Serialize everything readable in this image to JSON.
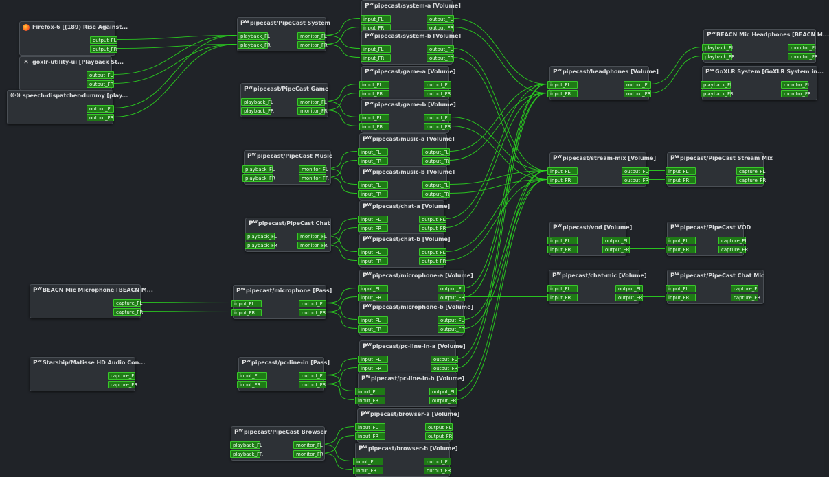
{
  "colors": {
    "background": "#202328",
    "node": "#2d3136",
    "port": "#1f7a16",
    "port_border": "#39c82a",
    "wire": "#2ad41f"
  },
  "icons": {
    "pw": "pipewire-icon",
    "firefox": "firefox-icon",
    "x": "x-app-icon",
    "speech": "speech-icon"
  },
  "nodes": [
    {
      "id": "firefox",
      "title": "Firefox-6 [(189) Rise Against...",
      "icon": "firefox",
      "in": [],
      "out": [
        "output_FL",
        "output_FR"
      ]
    },
    {
      "id": "goxlr",
      "title": "goxlr-utility-ui [Playback St...",
      "icon": "x",
      "in": [],
      "out": [
        "output_FL",
        "output_FR"
      ]
    },
    {
      "id": "speech",
      "title": "speech-dispatcher-dummy [play...",
      "icon": "speech",
      "in": [],
      "out": [
        "output_FL",
        "output_FR"
      ]
    },
    {
      "id": "pc_system",
      "title": "pipecast/PipeCast System",
      "icon": "pw",
      "in": [
        "playback_FL",
        "playback_FR"
      ],
      "out": [
        "monitor_FL",
        "monitor_FR"
      ]
    },
    {
      "id": "sys_a",
      "title": "pipecast/system-a [Volume]",
      "icon": "pw",
      "in": [
        "input_FL",
        "input_FR"
      ],
      "out": [
        "output_FL",
        "output_FR"
      ]
    },
    {
      "id": "sys_b",
      "title": "pipecast/system-b [Volume]",
      "icon": "pw",
      "in": [
        "input_FL",
        "input_FR"
      ],
      "out": [
        "output_FL",
        "output_FR"
      ]
    },
    {
      "id": "pc_game",
      "title": "pipecast/PipeCast Game",
      "icon": "pw",
      "in": [
        "playback_FL",
        "playback_FR"
      ],
      "out": [
        "monitor_FL",
        "monitor_FR"
      ]
    },
    {
      "id": "game_a",
      "title": "pipecast/game-a [Volume]",
      "icon": "pw",
      "in": [
        "input_FL",
        "input_FR"
      ],
      "out": [
        "output_FL",
        "output_FR"
      ]
    },
    {
      "id": "game_b",
      "title": "pipecast/game-b [Volume]",
      "icon": "pw",
      "in": [
        "input_FL",
        "input_FR"
      ],
      "out": [
        "output_FL",
        "output_FR"
      ]
    },
    {
      "id": "pc_music",
      "title": "pipecast/PipeCast Music",
      "icon": "pw",
      "in": [
        "playback_FL",
        "playback_FR"
      ],
      "out": [
        "monitor_FL",
        "monitor_FR"
      ]
    },
    {
      "id": "music_a",
      "title": "pipecast/music-a [Volume]",
      "icon": "pw",
      "in": [
        "input_FL",
        "input_FR"
      ],
      "out": [
        "output_FL",
        "output_FR"
      ]
    },
    {
      "id": "music_b",
      "title": "pipecast/music-b [Volume]",
      "icon": "pw",
      "in": [
        "input_FL",
        "input_FR"
      ],
      "out": [
        "output_FL",
        "output_FR"
      ]
    },
    {
      "id": "pc_chat",
      "title": "pipecast/PipeCast Chat",
      "icon": "pw",
      "in": [
        "playback_FL",
        "playback_FR"
      ],
      "out": [
        "monitor_FL",
        "monitor_FR"
      ]
    },
    {
      "id": "chat_a",
      "title": "pipecast/chat-a [Volume]",
      "icon": "pw",
      "in": [
        "input_FL",
        "input_FR"
      ],
      "out": [
        "output_FL",
        "output_FR"
      ]
    },
    {
      "id": "chat_b",
      "title": "pipecast/chat-b [Volume]",
      "icon": "pw",
      "in": [
        "input_FL",
        "input_FR"
      ],
      "out": [
        "output_FL",
        "output_FR"
      ]
    },
    {
      "id": "beacn_mic",
      "title": "BEACN Mic Microphone [BEACN M...",
      "icon": "pw",
      "in": [],
      "out": [
        "capture_FL",
        "capture_FR"
      ]
    },
    {
      "id": "pc_mic",
      "title": "pipecast/microphone [Pass]",
      "icon": "pw",
      "in": [
        "input_FL",
        "input_FR"
      ],
      "out": [
        "output_FL",
        "output_FR"
      ]
    },
    {
      "id": "mic_a",
      "title": "pipecast/microphone-a [Volume]",
      "icon": "pw",
      "in": [
        "input_FL",
        "input_FR"
      ],
      "out": [
        "output_FL",
        "output_FR"
      ]
    },
    {
      "id": "mic_b",
      "title": "pipecast/microphone-b [Volume]",
      "icon": "pw",
      "in": [
        "input_FL",
        "input_FR"
      ],
      "out": [
        "output_FL",
        "output_FR"
      ]
    },
    {
      "id": "starship",
      "title": "Starship/Matisse HD Audio Con...",
      "icon": "pw",
      "in": [],
      "out": [
        "capture_FL",
        "capture_FR"
      ]
    },
    {
      "id": "pc_linein",
      "title": "pipecast/pc-line-in [Pass]",
      "icon": "pw",
      "in": [
        "input_FL",
        "input_FR"
      ],
      "out": [
        "output_FL",
        "output_FR"
      ]
    },
    {
      "id": "linein_a",
      "title": "pipecast/pc-line-in-a [Volume]",
      "icon": "pw",
      "in": [
        "input_FL",
        "input_FR"
      ],
      "out": [
        "output_FL",
        "output_FR"
      ]
    },
    {
      "id": "linein_b",
      "title": "pipecast/pc-line-in-b [Volume]",
      "icon": "pw",
      "in": [
        "input_FL",
        "input_FR"
      ],
      "out": [
        "output_FL",
        "output_FR"
      ]
    },
    {
      "id": "pc_browser",
      "title": "pipecast/PipeCast Browser",
      "icon": "pw",
      "in": [
        "playback_FL",
        "playback_FR"
      ],
      "out": [
        "monitor_FL",
        "monitor_FR"
      ]
    },
    {
      "id": "browser_a",
      "title": "pipecast/browser-a [Volume]",
      "icon": "pw",
      "in": [
        "input_FL",
        "input_FR"
      ],
      "out": [
        "output_FL",
        "output_FR"
      ]
    },
    {
      "id": "browser_b",
      "title": "pipecast/browser-b [Volume]",
      "icon": "pw",
      "in": [
        "input_FL",
        "input_FR"
      ],
      "out": [
        "output_FL",
        "output_FR"
      ]
    },
    {
      "id": "headphones",
      "title": "pipecast/headphones [Volume]",
      "icon": "pw",
      "in": [
        "input_FL",
        "input_FR"
      ],
      "out": [
        "output_FL",
        "output_FR"
      ]
    },
    {
      "id": "beacn_hp",
      "title": "BEACN Mic Headphones [BEACN M...",
      "icon": "pw",
      "in": [
        "playback_FL",
        "playback_FR"
      ],
      "out": [
        "monitor_FL",
        "monitor_FR"
      ]
    },
    {
      "id": "goxlr_sys",
      "title": "GoXLR System [GoXLR System in...",
      "icon": "pw",
      "in": [
        "playback_FL",
        "playback_FR"
      ],
      "out": [
        "monitor_FL",
        "monitor_FR"
      ]
    },
    {
      "id": "stream_mix",
      "title": "pipecast/stream-mix [Volume]",
      "icon": "pw",
      "in": [
        "input_FL",
        "input_FR"
      ],
      "out": [
        "output_FL",
        "output_FR"
      ]
    },
    {
      "id": "pc_stream",
      "title": "pipecast/PipeCast Stream Mix",
      "icon": "pw",
      "in": [
        "input_FL",
        "input_FR"
      ],
      "out": [
        "capture_FL",
        "capture_FR"
      ]
    },
    {
      "id": "vod",
      "title": "pipecast/vod [Volume]",
      "icon": "pw",
      "in": [
        "input_FL",
        "input_FR"
      ],
      "out": [
        "output_FL",
        "output_FR"
      ]
    },
    {
      "id": "pc_vod",
      "title": "pipecast/PipeCast VOD",
      "icon": "pw",
      "in": [
        "input_FL",
        "input_FR"
      ],
      "out": [
        "capture_FL",
        "capture_FR"
      ]
    },
    {
      "id": "chat_mic",
      "title": "pipecast/chat-mic [Volume]",
      "icon": "pw",
      "in": [
        "input_FL",
        "input_FR"
      ],
      "out": [
        "output_FL",
        "output_FR"
      ]
    },
    {
      "id": "pc_chatmic",
      "title": "pipecast/PipeCast Chat Mic",
      "icon": "pw",
      "in": [
        "input_FL",
        "input_FR"
      ],
      "out": [
        "capture_FL",
        "capture_FR"
      ]
    }
  ],
  "links": [
    [
      "firefox",
      "pc_system"
    ],
    [
      "goxlr",
      "pc_system"
    ],
    [
      "speech",
      "pc_system"
    ],
    [
      "pc_system",
      "sys_a"
    ],
    [
      "pc_system",
      "sys_b"
    ],
    [
      "pc_game",
      "game_a"
    ],
    [
      "pc_game",
      "game_b"
    ],
    [
      "pc_music",
      "music_a"
    ],
    [
      "pc_music",
      "music_b"
    ],
    [
      "pc_chat",
      "chat_a"
    ],
    [
      "pc_chat",
      "chat_b"
    ],
    [
      "beacn_mic",
      "pc_mic"
    ],
    [
      "pc_mic",
      "mic_a"
    ],
    [
      "pc_mic",
      "mic_b"
    ],
    [
      "starship",
      "pc_linein"
    ],
    [
      "pc_linein",
      "linein_a"
    ],
    [
      "pc_linein",
      "linein_b"
    ],
    [
      "pc_browser",
      "browser_a"
    ],
    [
      "pc_browser",
      "browser_b"
    ],
    [
      "sys_a",
      "headphones"
    ],
    [
      "game_a",
      "headphones"
    ],
    [
      "music_a",
      "headphones"
    ],
    [
      "chat_a",
      "headphones"
    ],
    [
      "mic_a",
      "headphones"
    ],
    [
      "linein_a",
      "headphones"
    ],
    [
      "sys_b",
      "stream_mix"
    ],
    [
      "game_b",
      "stream_mix"
    ],
    [
      "music_b",
      "stream_mix"
    ],
    [
      "chat_b",
      "stream_mix"
    ],
    [
      "mic_b",
      "stream_mix"
    ],
    [
      "linein_b",
      "stream_mix"
    ],
    [
      "mic_a",
      "chat_mic"
    ],
    [
      "headphones",
      "beacn_hp"
    ],
    [
      "headphones",
      "goxlr_sys"
    ],
    [
      "stream_mix",
      "pc_stream"
    ],
    [
      "vod",
      "pc_vod"
    ],
    [
      "chat_mic",
      "pc_chatmic"
    ]
  ]
}
